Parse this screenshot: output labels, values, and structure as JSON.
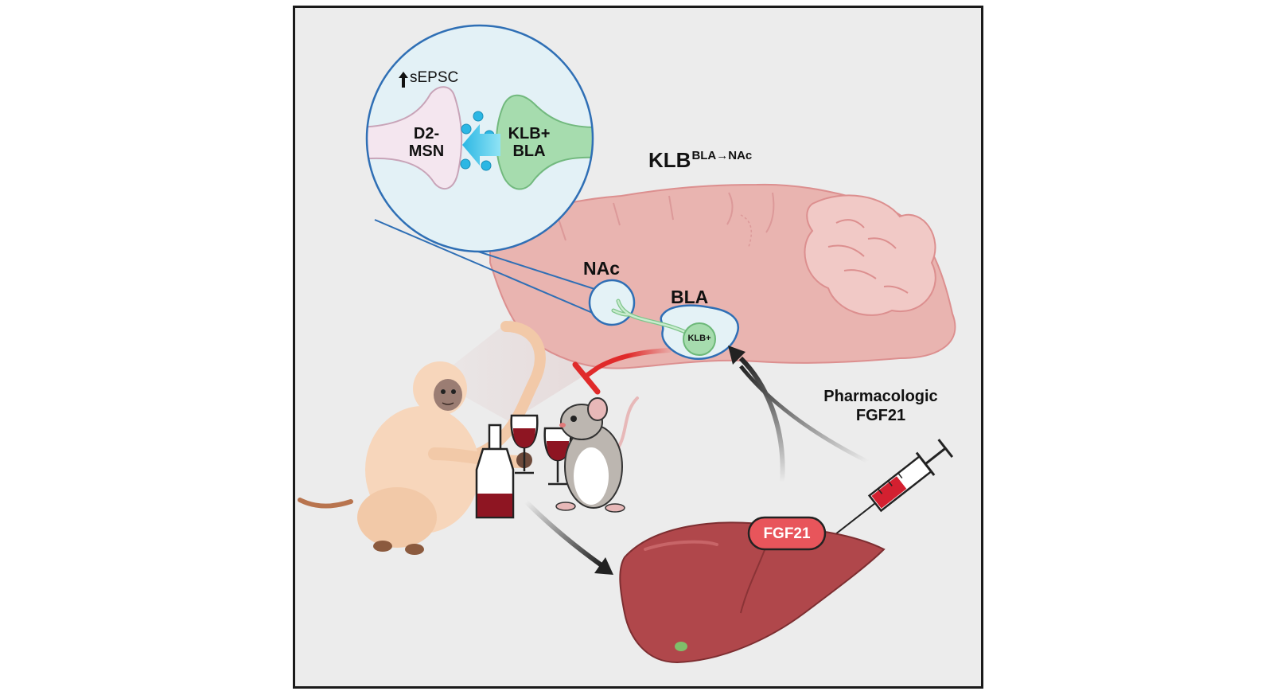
{
  "zoom": {
    "sepsc_label": "sEPSC",
    "d2_line1": "D2-",
    "d2_line2": "MSN",
    "klb_line1": "KLB+",
    "klb_line2": "BLA"
  },
  "projection": {
    "main": "KLB",
    "superscript": "BLA→NAc"
  },
  "brain": {
    "nac_label": "NAc",
    "bla_label": "BLA",
    "klb_cell_label": "KLB+"
  },
  "injection": {
    "line1": "Pharmacologic",
    "line2": "FGF21"
  },
  "liver": {
    "hormone_label": "FGF21"
  },
  "colors": {
    "panel_bg": "#ececec",
    "brain": "#e9b4b0",
    "klb_green": "#a6dcae",
    "synapse_cyan": "#2cb7e4",
    "wine": "#8e1522",
    "liver": "#b0474b",
    "fgf21_badge": "#e8555b",
    "inhibition": "#e02a2a"
  }
}
